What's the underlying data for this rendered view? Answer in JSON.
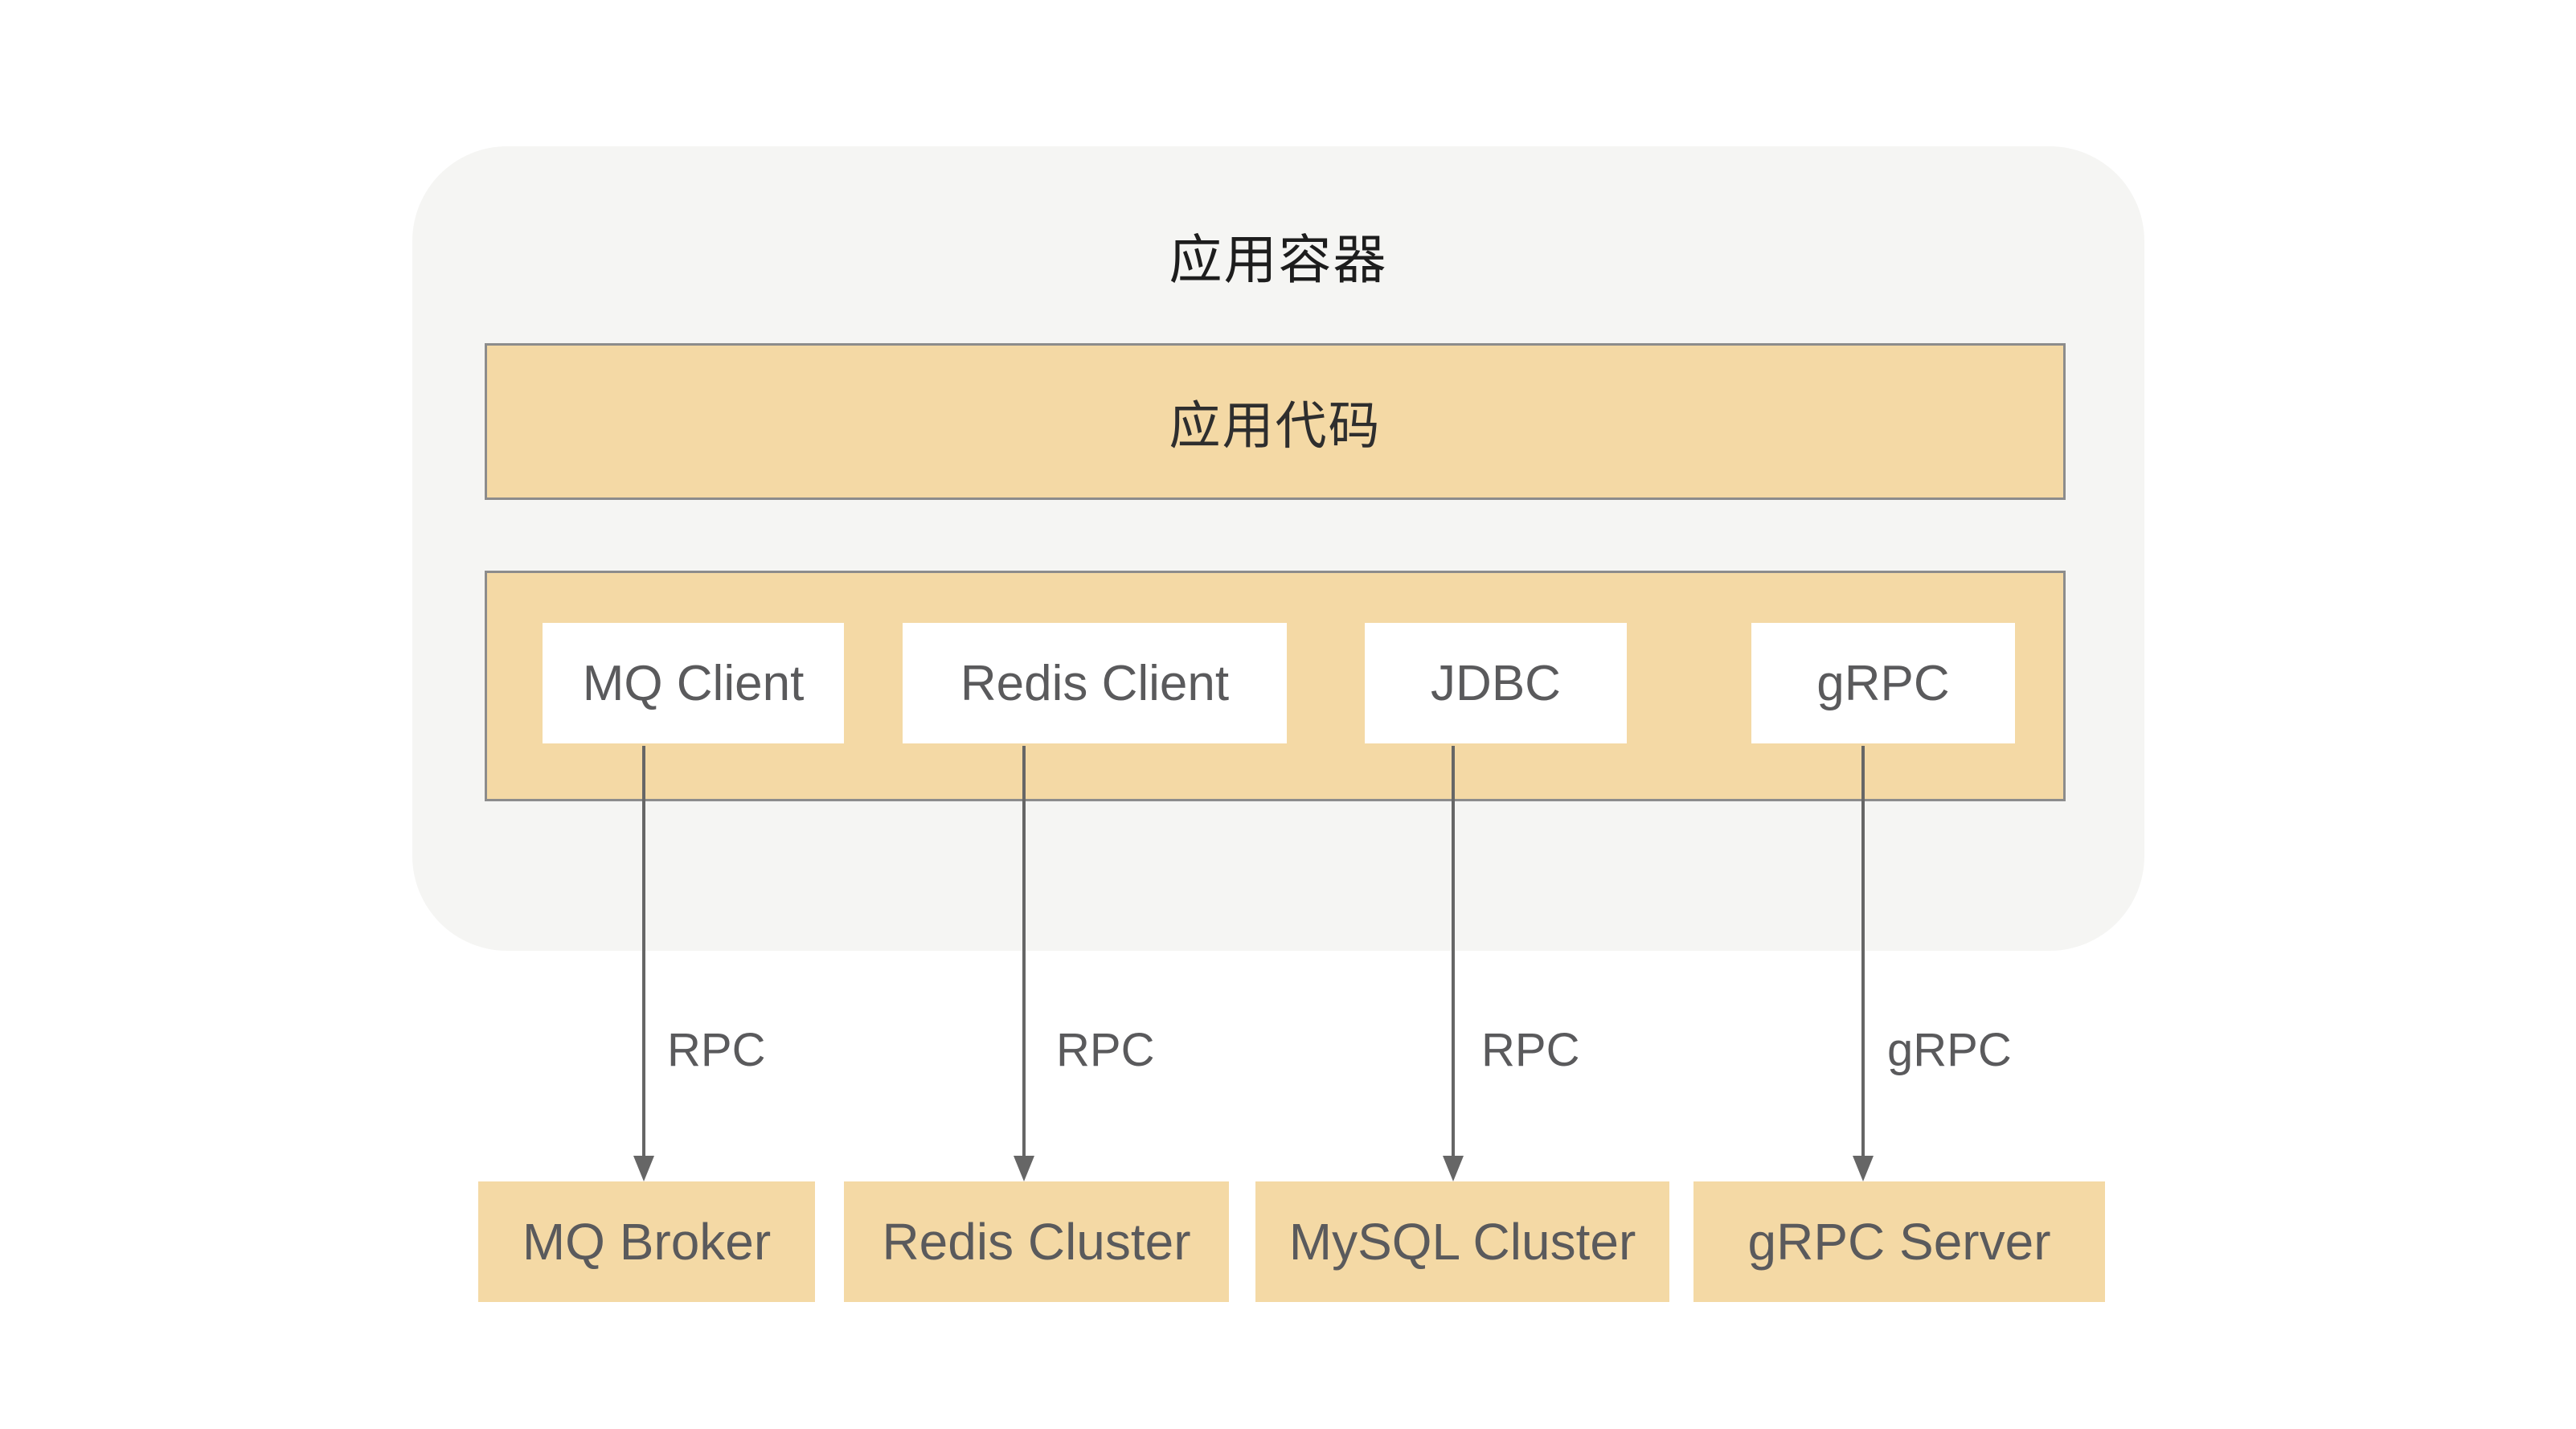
{
  "container": {
    "title": "应用容器"
  },
  "app_code": {
    "label": "应用代码"
  },
  "clients": [
    {
      "label": "MQ Client"
    },
    {
      "label": "Redis Client"
    },
    {
      "label": "JDBC"
    },
    {
      "label": "gRPC"
    }
  ],
  "connections": [
    {
      "label": "RPC",
      "from": "MQ Client",
      "to": "MQ Broker"
    },
    {
      "label": "RPC",
      "from": "Redis Client",
      "to": "Redis Cluster"
    },
    {
      "label": "RPC",
      "from": "JDBC",
      "to": "MySQL Cluster"
    },
    {
      "label": "gRPC",
      "from": "gRPC",
      "to": "gRPC Server"
    }
  ],
  "servers": [
    {
      "label": "MQ Broker"
    },
    {
      "label": "Redis Cluster"
    },
    {
      "label": "MySQL Cluster"
    },
    {
      "label": "gRPC Server"
    }
  ],
  "colors": {
    "page_bg": "#ffffff",
    "container_bg": "#f5f5f3",
    "box_fill": "#f4d9a5",
    "box_border": "#8c8c8c",
    "white_box": "#ffffff",
    "label_text": "#5a5a5c",
    "title_text": "#1d1d1d",
    "arrow": "#666666"
  }
}
